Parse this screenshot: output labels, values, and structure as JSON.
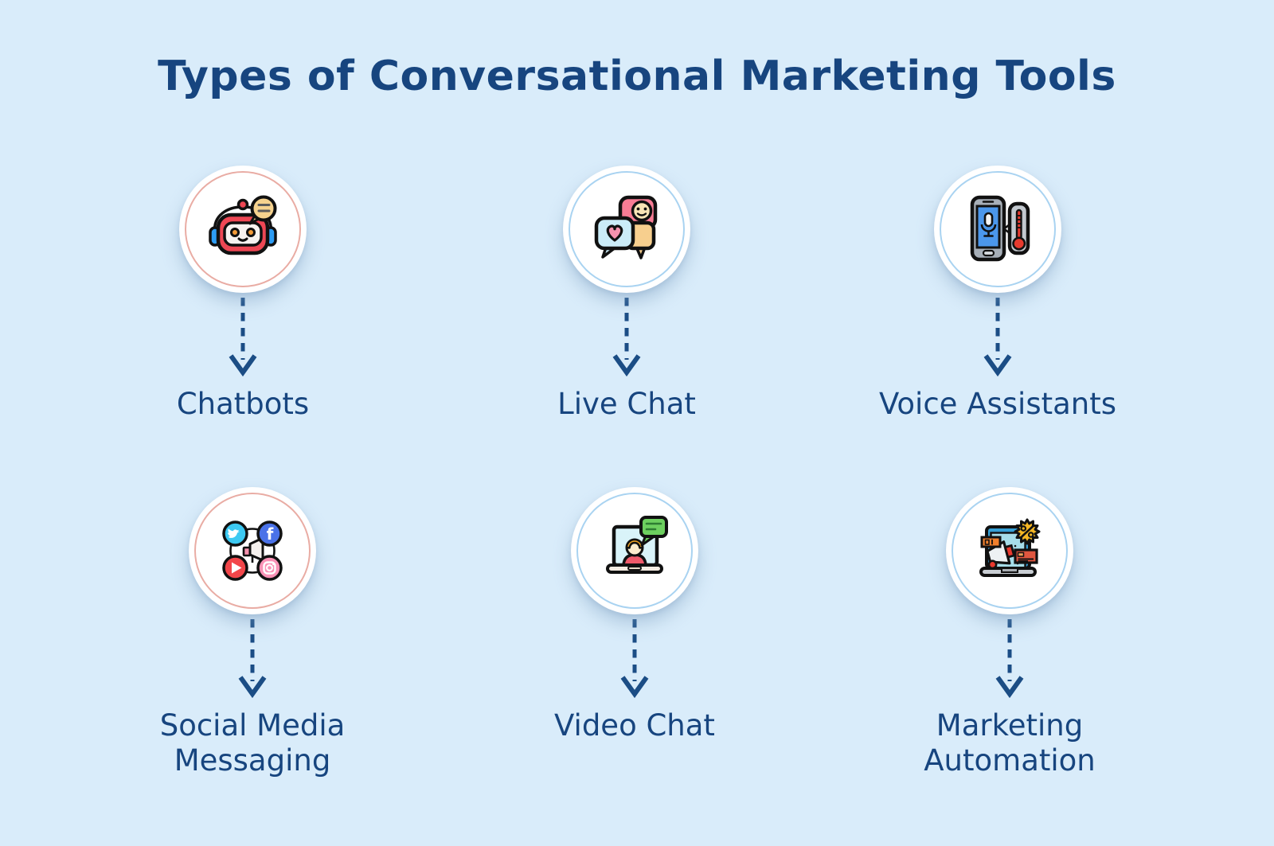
{
  "title": "Types of Conversational Marketing Tools",
  "colors": {
    "background": "#d9ecfa",
    "title_text": "#17457f",
    "label_text": "#17457f",
    "arrow": "#1b4d85",
    "circle_fill": "#ffffff",
    "ring_pink": "#e9aca4",
    "ring_blue": "#a9d3f1"
  },
  "items": [
    {
      "label": "Chatbots",
      "icon": "chatbot-robot-icon",
      "ring": "pink"
    },
    {
      "label": "Live Chat",
      "icon": "chat-bubbles-icon",
      "ring": "blue"
    },
    {
      "label": "Voice Assistants",
      "icon": "voice-assistant-icon",
      "ring": "blue"
    },
    {
      "label": "Social Media\nMessaging",
      "icon": "social-media-icons",
      "ring": "pink"
    },
    {
      "label": "Video Chat",
      "icon": "video-chat-laptop-icon",
      "ring": "blue"
    },
    {
      "label": "Marketing\nAutomation",
      "icon": "marketing-automation-icon",
      "ring": "blue"
    }
  ]
}
